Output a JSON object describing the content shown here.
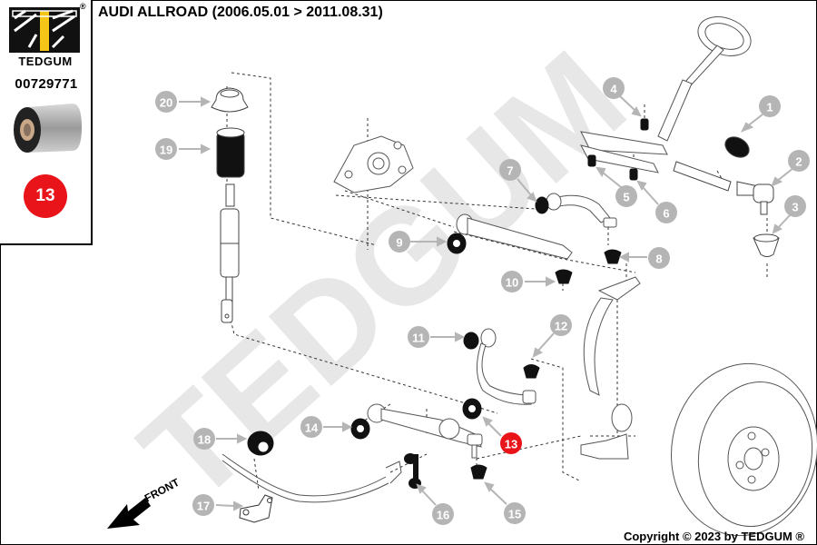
{
  "header": {
    "title": "AUDI ALLROAD (2006.05.01 > 2011.08.31)"
  },
  "sidebar": {
    "brand": "TEDGUM",
    "registered_mark": "®",
    "part_number": "00729771",
    "selected_position": "13",
    "brand_color": "#f5c518",
    "badge_color": "#e8141a"
  },
  "diagram": {
    "watermark": "TEDGUM",
    "front_label": "FRONT",
    "highlighted_callout": "13",
    "callout_color": "#b5b5b5",
    "highlight_color": "#e8141a",
    "callouts": [
      "1",
      "2",
      "3",
      "4",
      "5",
      "6",
      "7",
      "8",
      "9",
      "10",
      "11",
      "12",
      "13",
      "14",
      "15",
      "16",
      "17",
      "18",
      "19",
      "20"
    ]
  },
  "footer": {
    "copyright": "Copyright © 2023 by TEDGUM ®"
  }
}
